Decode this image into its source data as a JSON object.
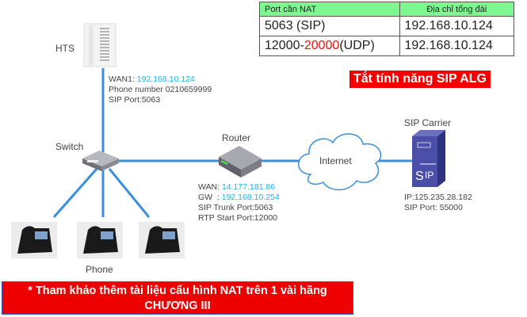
{
  "nat_table": {
    "headers": [
      "Port cần NAT",
      "Địa chỉ tổng đài"
    ],
    "rows": [
      {
        "port": "5063 (SIP)",
        "address": "192.168.10.124"
      },
      {
        "port_prefix": "12000-",
        "port_highlight": "20000",
        "port_suffix": "(UDP)",
        "address": "192.168.10.124"
      }
    ]
  },
  "alg_notice": "Tắt tính năng SIP ALG",
  "hts": {
    "label": "HTS",
    "wan_label": "WAN1: ",
    "wan_ip": "192.168.10.124",
    "phone": "Phone number 0210659999",
    "sip_port": "SIP Port:5063"
  },
  "switch": {
    "label": "Switch"
  },
  "router": {
    "label": "Router",
    "wan_label": "WAN: ",
    "wan_ip": "14.177.181.86",
    "gw_label": "GW  : ",
    "gw_ip": "192.168.10.254",
    "sip_trunk": "SIP Trunk Port:5063",
    "rtp": "RTP Start Port:12000"
  },
  "internet": {
    "label": "Internet"
  },
  "carrier": {
    "label": "SIP Carrier",
    "ip": "IP:125.235.28.182",
    "sip_port": "SIP Port: 55000",
    "logo": "SIP"
  },
  "phones": {
    "label": "Phone"
  },
  "bottom_note": {
    "line1": "* Tham khảo thêm tài liệu cấu hình NAT trên 1 vài hãng",
    "line2": "CHƯƠNG III"
  },
  "colors": {
    "link": "#3a8fdc",
    "accent_red": "#f50000",
    "header_green": "#7df78f",
    "ip_blue": "#19b4f0"
  }
}
